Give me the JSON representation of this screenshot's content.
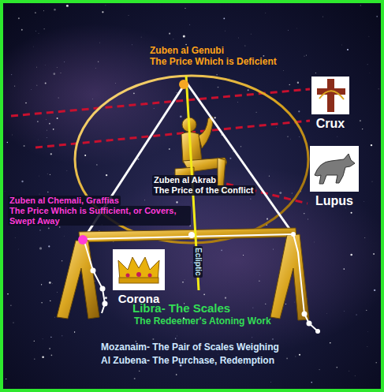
{
  "diagram": {
    "nodes": [
      {
        "text": [
          "Crux"
        ]
      },
      {
        "text": [
          "Lupus"
        ]
      },
      {
        "text": [
          "Corona"
        ]
      }
    ],
    "labels": [
      "Zuben al Genubi",
      "The Price Which is Deficient",
      "Zuben al Akrab",
      "The Price of the Conflict",
      "Zuben al Chemali, Graffias",
      "The Price Which is Sufficient, or Covers, Swept Away",
      "Ecliptic",
      "Libra- The Scales",
      "The Redeemer's Atoning Work",
      "Mozanaim- The Pair of Scales Weighing",
      "Al Zubena- The Purchase, Redemption"
    ]
  }
}
